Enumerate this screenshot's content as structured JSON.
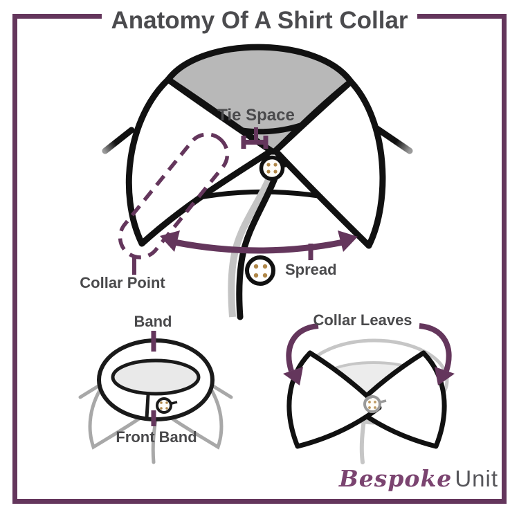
{
  "title": "Anatomy Of A Shirt Collar",
  "labels": {
    "tie_space": "Tie Space",
    "collar_point": "Collar Point",
    "spread": "Spread",
    "band": "Band",
    "front_band": "Front Band",
    "collar_leaves": "Collar Leaves"
  },
  "logo": {
    "script": "Bespoke",
    "plain": "Unit"
  },
  "colors": {
    "purple": "#64365c",
    "label_gray": "#4a4a4c",
    "title_gray": "#4b4b4e",
    "band_gray": "#b8b8b8",
    "ghost_gray": "#a8a8a8",
    "ghost_light": "#c6c6c6",
    "light_fill": "#e9e9e9",
    "dot_tan": "#b08748",
    "ink": "#111111",
    "bg": "#ffffff"
  }
}
